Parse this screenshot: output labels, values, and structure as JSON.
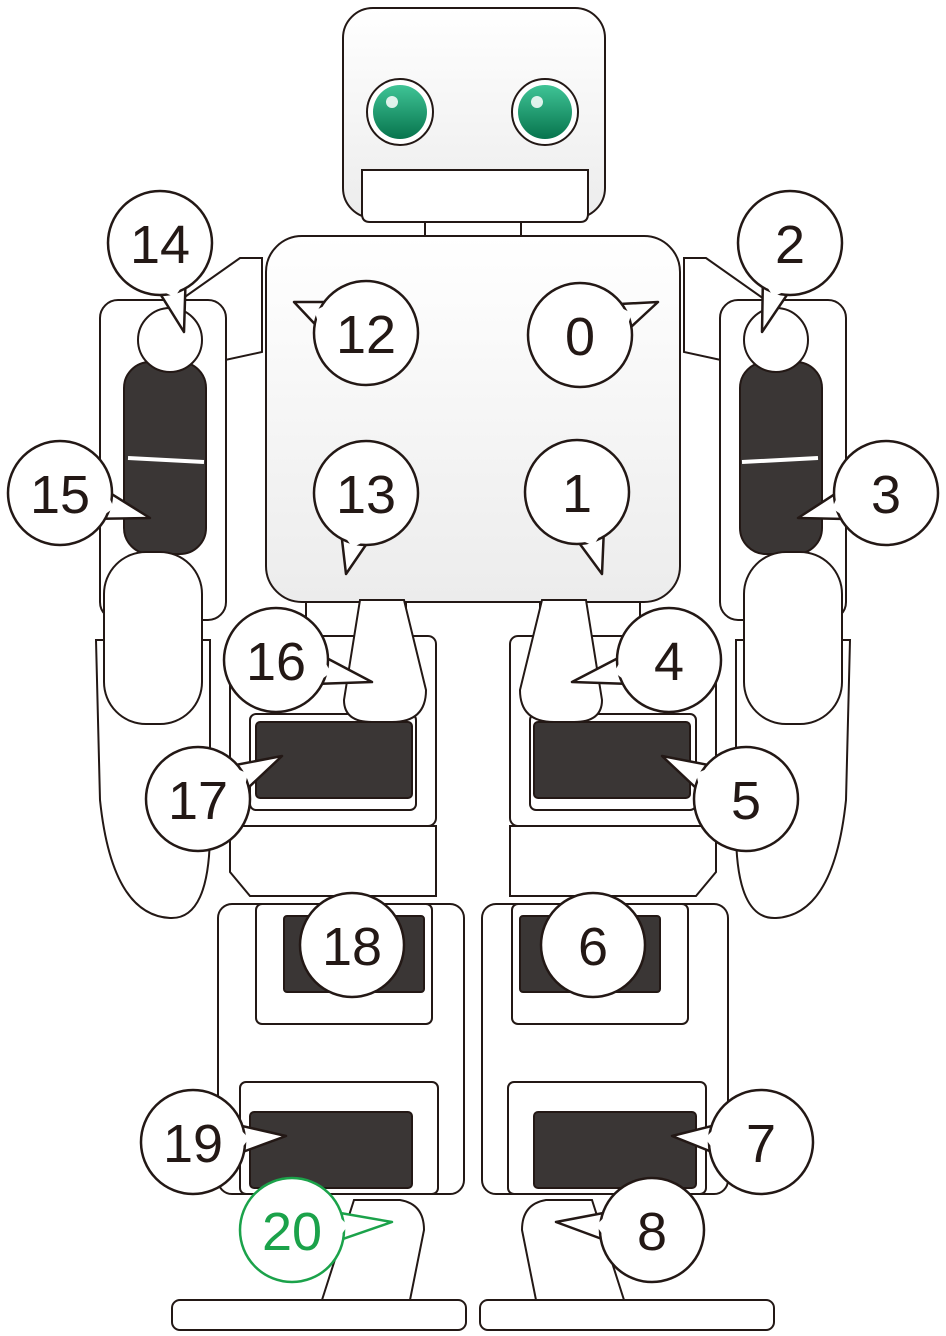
{
  "colors": {
    "outline": "#231815",
    "body_fill": "#ffffff",
    "servo_dark": "#3a3635",
    "servo_mid": "#55504f",
    "eye_green": "#0c9e6a",
    "eye_dark": "#07744d",
    "highlight": "#1ba24a"
  },
  "servo_labels": [
    {
      "id": "0"
    },
    {
      "id": "1"
    },
    {
      "id": "2"
    },
    {
      "id": "3"
    },
    {
      "id": "4"
    },
    {
      "id": "5"
    },
    {
      "id": "6"
    },
    {
      "id": "7"
    },
    {
      "id": "8"
    },
    {
      "id": "12"
    },
    {
      "id": "13"
    },
    {
      "id": "14"
    },
    {
      "id": "15"
    },
    {
      "id": "16"
    },
    {
      "id": "17"
    },
    {
      "id": "18"
    },
    {
      "id": "19"
    },
    {
      "id": "20",
      "highlighted": true
    }
  ]
}
